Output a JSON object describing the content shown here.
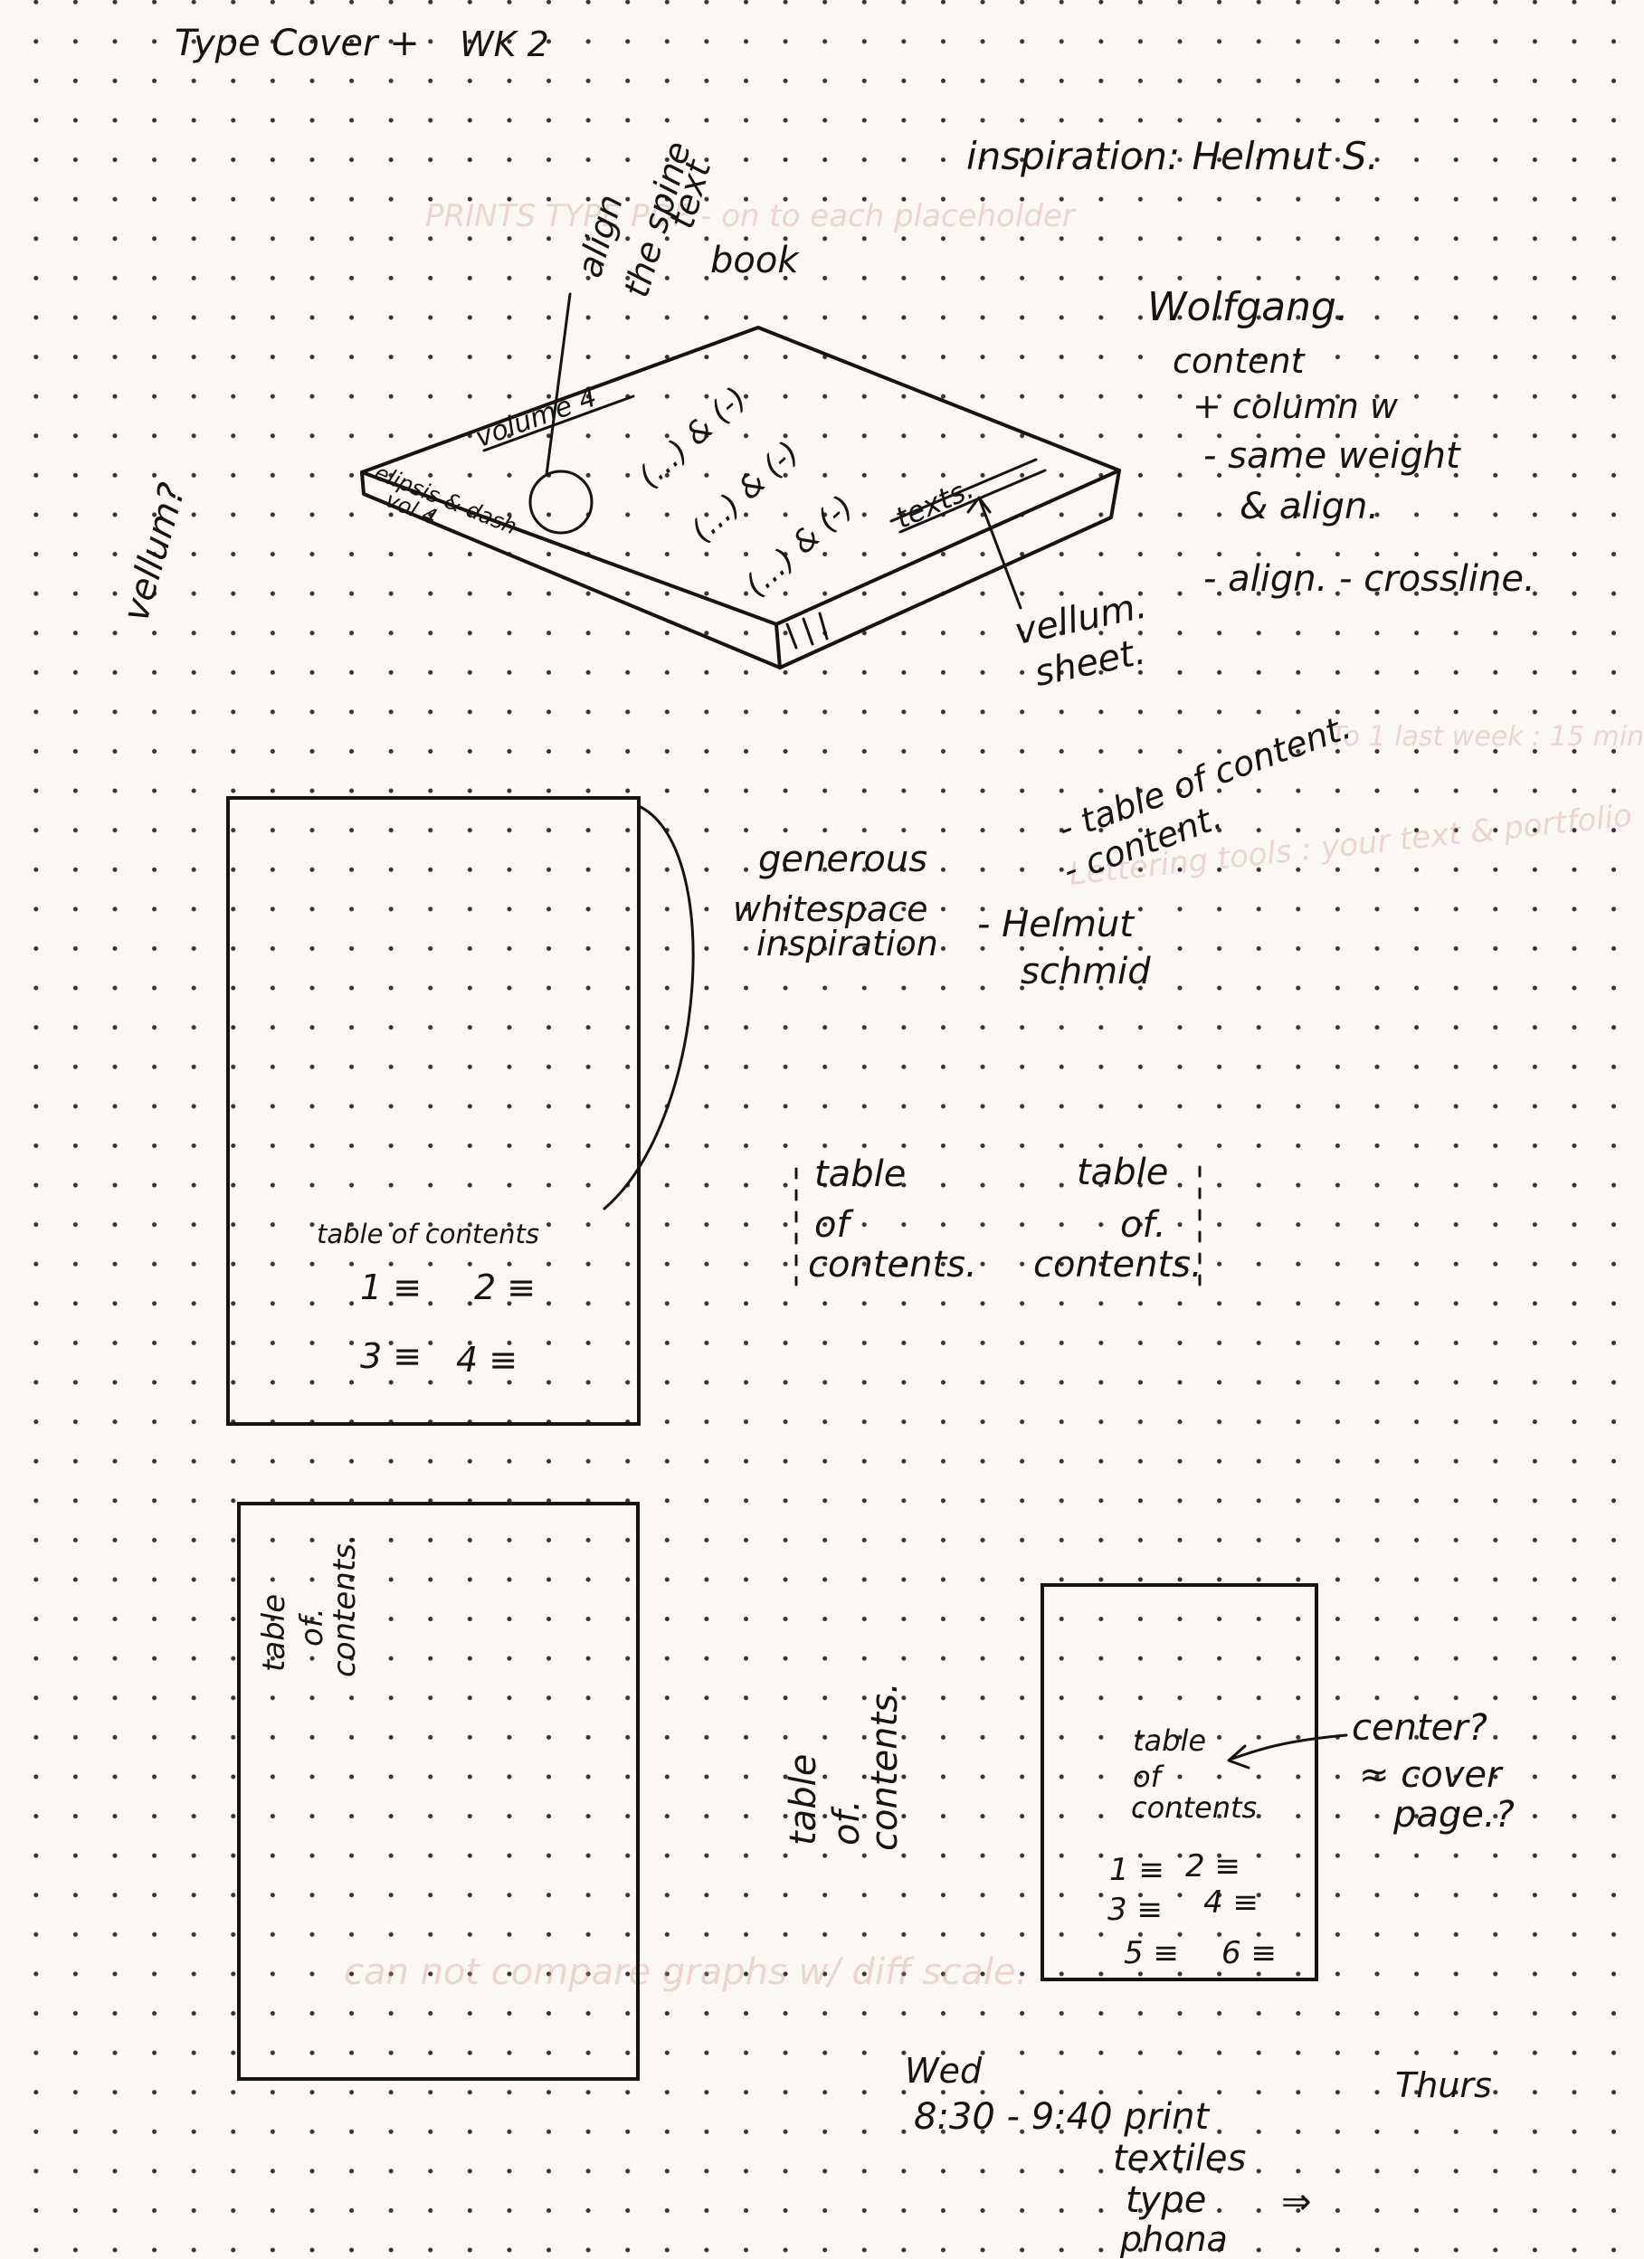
{
  "header": {
    "title": "Type Cover +",
    "week": "WK 2"
  },
  "inspiration": "inspiration: Helmut S.",
  "book_sketch": {
    "book_label": "book",
    "align_note_1": "align",
    "align_note_2": "the spine",
    "align_note_3": "text",
    "cover_title": "volume 4",
    "spine_line_1": "elipsis & dash",
    "spine_line_2": "vol 4",
    "cover_row_1": "(...) & (-)",
    "cover_row_2": "(...) & (-)",
    "cover_row_3": "(...) & (-)",
    "texts_label": "texts.",
    "vellum_sheet_1": "vellum.",
    "vellum_sheet_2": "sheet.",
    "vellum_question": "vellum?"
  },
  "wolfgang_notes": {
    "name": "Wolfgang.",
    "line_1": "content",
    "line_2": "+ column w",
    "line_3": "- same weight",
    "line_4": "& align.",
    "line_5": "- align. - crossline.",
    "toc_1": "- table of content.",
    "toc_2": "- content."
  },
  "whitespace_notes": {
    "line_1": "generous",
    "line_2": "whitespace",
    "line_3": "inspiration",
    "credit_1": "- Helmut",
    "credit_2": "schmid"
  },
  "layout_1": {
    "heading": "table of contents",
    "items": [
      "1 ≡",
      "2 ≡",
      "3 ≡",
      "4 ≡"
    ]
  },
  "toc_left": [
    "table",
    "of",
    "contents."
  ],
  "toc_right": [
    "table",
    "of.",
    "contents."
  ],
  "layout_2": {
    "rotated_lines": [
      "table",
      "of.",
      "contents."
    ]
  },
  "toc_rotated_mid": [
    "table",
    "of.",
    "contents."
  ],
  "layout_3": {
    "lines": [
      "table",
      "of",
      "contents"
    ],
    "items": [
      "1 ≡",
      "2 ≡",
      "3 ≡",
      "4 ≡",
      "5 ≡",
      "6 ≡"
    ],
    "note_1": "center?",
    "note_2": "≈ cover",
    "note_3": "page.?"
  },
  "schedule": {
    "day": "Wed",
    "time": "8:30 - 9:40 print",
    "item_1": "textiles",
    "item_2": "type",
    "item_3": "phona",
    "next_day": "Thurs",
    "arrow": "⇒"
  },
  "show_through": {
    "a": "PRINTS TYPE PDF - on to each placeholder",
    "b": "Lettering tools : your text & portfolio",
    "c": "To 1 last week : 15 min",
    "d": "can not compare graphs w/ diff scale."
  }
}
